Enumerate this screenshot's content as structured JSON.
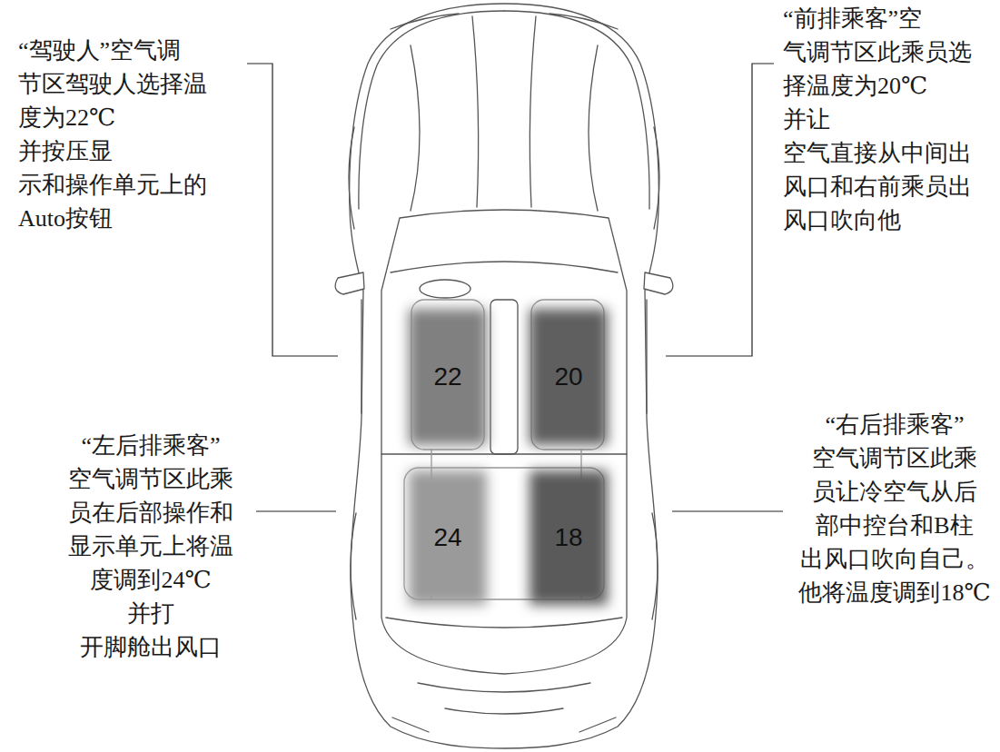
{
  "diagram": {
    "nodes": [
      {
        "text": [
          "22"
        ]
      },
      {
        "text": [
          "20"
        ]
      },
      {
        "text": [
          "24"
        ]
      },
      {
        "text": [
          "18"
        ]
      }
    ],
    "labels": [
      "“驾驶人”空气调 节区驾驶人选择温 度为22℃并按压显 示和操作单元上的 Auto按钮",
      "“前排乘客”空 气调节区此乘员选 择温度为20℃并让 空气直接从中间出 风口和右前乘员出 风口吹向他",
      "“左后排乘客” 空气调节区此乘 员在后部操作和 显示单元上将温 度调到24℃并打 开脚舱出风口",
      "“右后排乘客” 空气调节区此乘 员让冷空气从后 部中控台和B柱 出风口吹向自己。 他将温度调到18℃"
    ]
  }
}
